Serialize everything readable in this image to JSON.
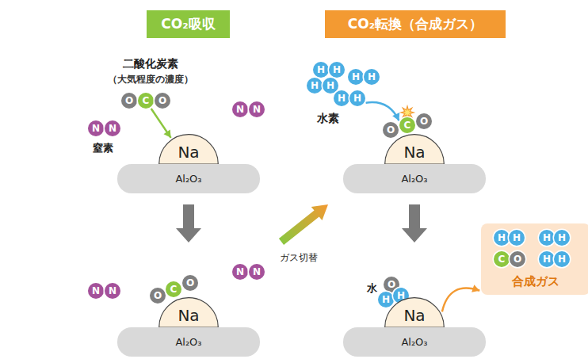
{
  "diagram": {
    "nodes": [
      {
        "text": [
          "CO₂吸収"
        ]
      },
      {
        "text": [
          "CO₂転換（合成ガス）"
        ]
      },
      {
        "text": [
          "O"
        ]
      },
      {
        "text": [
          "C"
        ]
      },
      {
        "text": [
          "O"
        ]
      },
      {
        "text": [
          "N"
        ]
      },
      {
        "text": [
          "N"
        ]
      },
      {
        "text": [
          "N"
        ]
      },
      {
        "text": [
          "N"
        ]
      },
      {
        "text": [
          "Na"
        ]
      },
      {
        "text": [
          "Al₂O₃"
        ]
      },
      {
        "text": [
          "H"
        ]
      },
      {
        "text": [
          "H"
        ]
      },
      {
        "text": [
          "H"
        ]
      },
      {
        "text": [
          "H"
        ]
      },
      {
        "text": [
          "H"
        ]
      },
      {
        "text": [
          "H"
        ]
      },
      {
        "text": [
          "H"
        ]
      },
      {
        "text": [
          "H"
        ]
      },
      {
        "text": [
          "O"
        ]
      },
      {
        "text": [
          "C"
        ]
      },
      {
        "text": [
          "O"
        ]
      },
      {
        "text": [
          "Na"
        ]
      },
      {
        "text": [
          "Al₂O₃"
        ]
      },
      {
        "text": [
          "N"
        ]
      },
      {
        "text": [
          "N"
        ]
      },
      {
        "text": [
          "O"
        ]
      },
      {
        "text": [
          "C"
        ]
      },
      {
        "text": [
          "O"
        ]
      },
      {
        "text": [
          "N"
        ]
      },
      {
        "text": [
          "N"
        ]
      },
      {
        "text": [
          "Na"
        ]
      },
      {
        "text": [
          "Al₂O₃"
        ]
      },
      {
        "text": [
          "O"
        ]
      },
      {
        "text": [
          "H"
        ]
      },
      {
        "text": [
          "H"
        ]
      },
      {
        "text": [
          "Na"
        ]
      },
      {
        "text": [
          "Al₂O₃"
        ]
      },
      {
        "text": [
          "合成ガス"
        ]
      },
      {
        "text": [
          "H"
        ],
        "in": 38
      },
      {
        "text": [
          "H"
        ],
        "in": 38
      },
      {
        "text": [
          "H"
        ],
        "in": 38
      },
      {
        "text": [
          "H"
        ],
        "in": 38
      },
      {
        "text": [
          "C"
        ],
        "in": 38
      },
      {
        "text": [
          "O"
        ],
        "in": 38
      },
      {
        "text": [
          "H"
        ],
        "in": 38
      },
      {
        "text": [
          "H"
        ],
        "in": 38
      }
    ],
    "edges": [
      {
        "from": 3,
        "to": 9,
        "arrow": "to"
      },
      {
        "from": 18,
        "to": 20,
        "arrow": "to"
      },
      {
        "from": 36,
        "to": 38,
        "arrow": "to"
      }
    ],
    "labels": [
      "二酸化炭素",
      "（大気程度の濃度）",
      "窒素",
      "水素",
      "ガス切替",
      "水"
    ]
  }
}
